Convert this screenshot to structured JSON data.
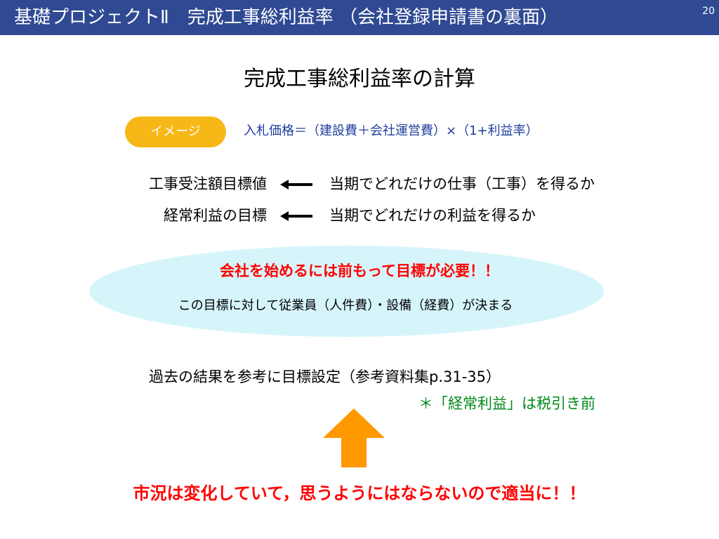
{
  "header": {
    "title": "基礎プロジェクトⅡ　完成工事総利益率 （会社登録申請書の裏面）",
    "page_number": "20"
  },
  "main_title": "完成工事総利益率の計算",
  "image_badge": "イメージ",
  "formula": "入札価格＝（建設費＋会社運営費）×（1+利益率）",
  "rows": [
    {
      "left": "工事受注額目標値",
      "right": "当期でどれだけの仕事（工事）を得るか"
    },
    {
      "left": "経常利益の目標",
      "right": "当期でどれだけの利益を得るか"
    }
  ],
  "ellipse": {
    "warning": "会社を始めるには前もって目標が必要！！",
    "note": "この目標に対して従業員（人件費）・設備（経費）が決まる"
  },
  "past_result": "過去の結果を参考に目標設定（参考資料集p.31-35）",
  "tax_note": "＊「経常利益」は税引き前",
  "bottom_message": "市況は変化していて，思うようにはならないので適当に！！",
  "colors": {
    "header_bg": "#2f4a93",
    "badge_bg": "#f7b716",
    "formula_text": "#1f3d9e",
    "ellipse_bg": "#d6f5fb",
    "warning_red": "#ff0000",
    "note_green": "#008a1a",
    "arrow_orange": "#ff9900"
  },
  "icons": {
    "row_arrow": "left-arrow-icon",
    "up_arrow": "up-arrow-icon"
  }
}
